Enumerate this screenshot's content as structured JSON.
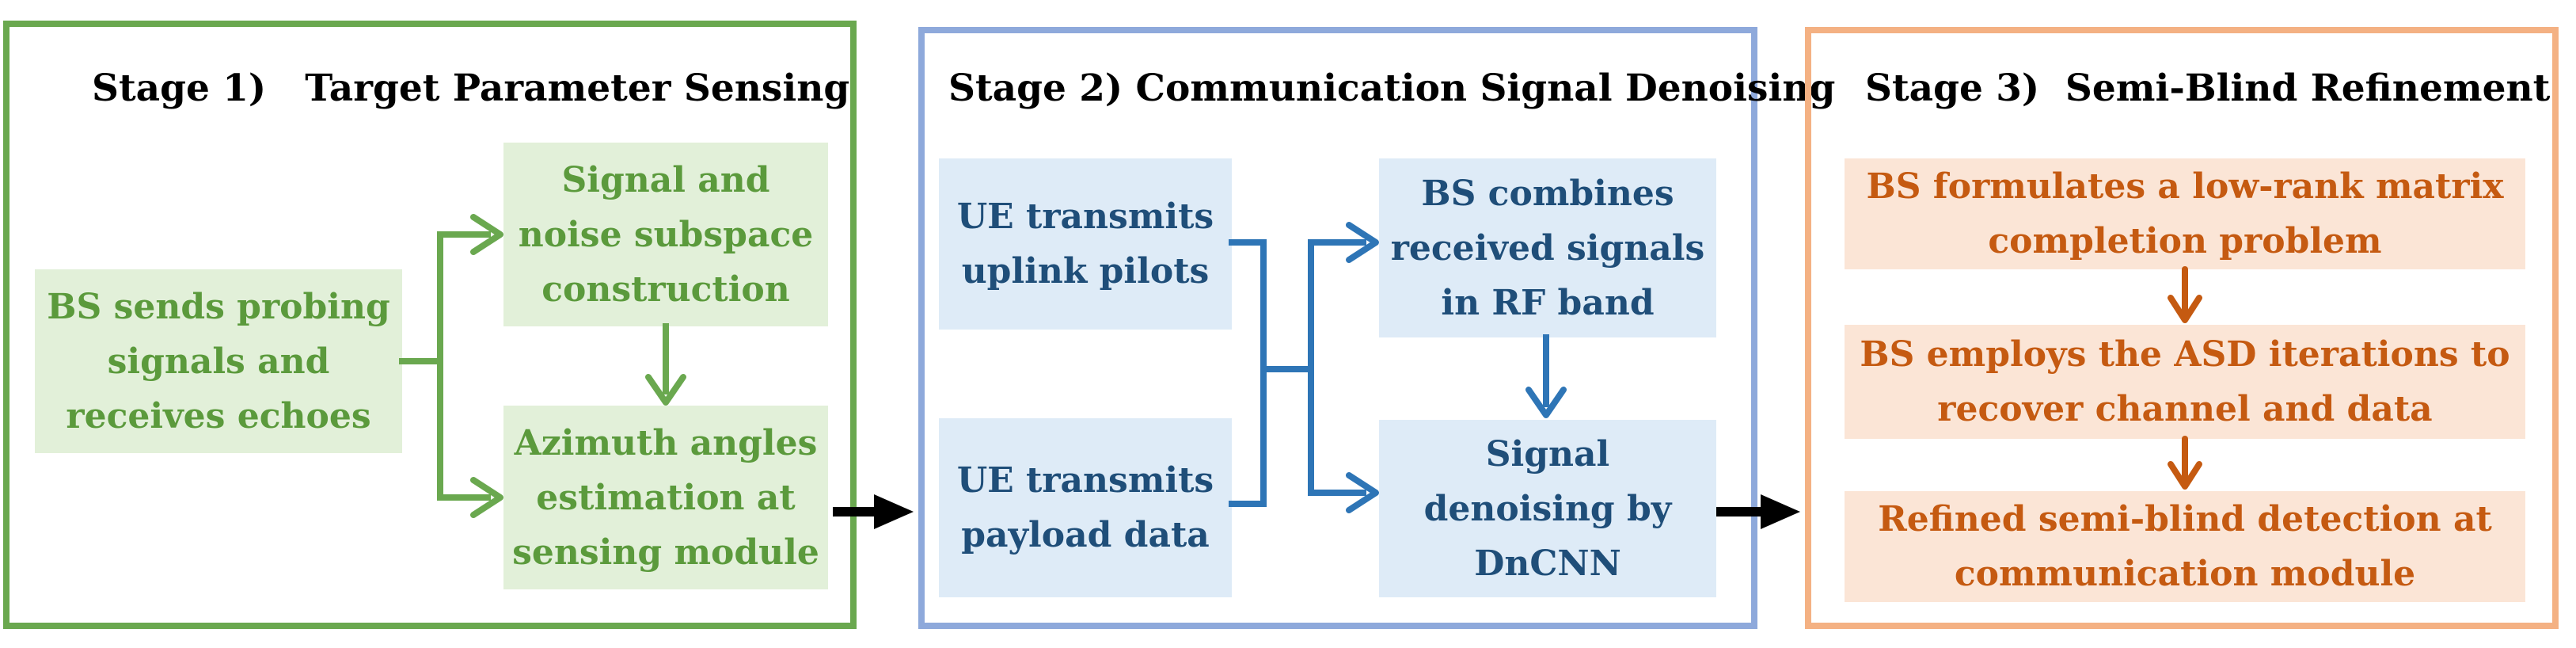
{
  "stage1": {
    "title": "Stage 1)   Target Parameter Sensing",
    "boxes": {
      "bs_sends": "BS sends probing\nsignals and\nreceives echoes",
      "subspace": "Signal and\nnoise subspace\nconstruction",
      "azimuth": "Azimuth angles\nestimation at\nsensing module"
    }
  },
  "stage2": {
    "title": "Stage 2) Communication Signal Denoising",
    "boxes": {
      "pilots": "UE transmits\nuplink pilots",
      "payload": "UE transmits\npayload data",
      "combines": "BS combines\nreceived signals\nin RF band",
      "denoising": "Signal\ndenoising by\nDnCNN"
    }
  },
  "stage3": {
    "title": "Stage 3)  Semi-Blind Refinement",
    "boxes": {
      "formulates": "BS formulates a low-rank matrix\ncompletion problem",
      "employs": "BS employs the ASD iterations to\nrecover channel and data",
      "refined": "Refined semi-blind detection at\ncommunication module"
    }
  },
  "colors": {
    "green": "#6aa84f",
    "blue": "#2e75b6",
    "orange": "#c55a11",
    "black": "#000000"
  }
}
